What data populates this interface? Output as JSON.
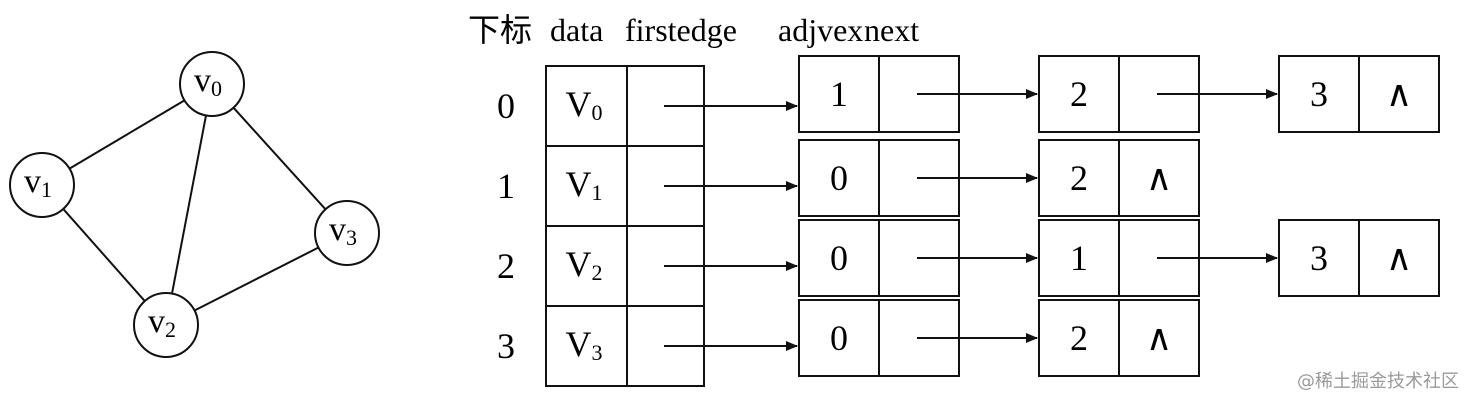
{
  "graph": {
    "nodes": [
      {
        "id": "v0",
        "base": "v",
        "sub": "0"
      },
      {
        "id": "v1",
        "base": "v",
        "sub": "1"
      },
      {
        "id": "v2",
        "base": "v",
        "sub": "2"
      },
      {
        "id": "v3",
        "base": "v",
        "sub": "3"
      }
    ],
    "edges": [
      [
        "v0",
        "v1"
      ],
      [
        "v0",
        "v2"
      ],
      [
        "v0",
        "v3"
      ],
      [
        "v1",
        "v2"
      ],
      [
        "v2",
        "v3"
      ]
    ]
  },
  "table": {
    "headers": {
      "index": "下标",
      "data": "data",
      "firstedge": "firstedge",
      "adjvex": "adjvex",
      "next": "next"
    },
    "null_symbol": "∧",
    "rows": [
      {
        "index": "0",
        "vertex_base": "V",
        "vertex_sub": "0",
        "adj": [
          "1",
          "2",
          "3"
        ]
      },
      {
        "index": "1",
        "vertex_base": "V",
        "vertex_sub": "1",
        "adj": [
          "0",
          "2"
        ]
      },
      {
        "index": "2",
        "vertex_base": "V",
        "vertex_sub": "2",
        "adj": [
          "0",
          "1",
          "3"
        ]
      },
      {
        "index": "3",
        "vertex_base": "V",
        "vertex_sub": "3",
        "adj": [
          "0",
          "2"
        ]
      }
    ]
  },
  "watermark": "@稀土掘金技术社区"
}
